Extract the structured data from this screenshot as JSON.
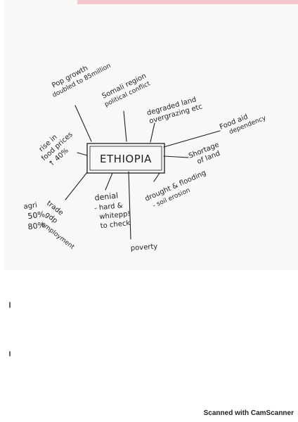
{
  "mindmap": {
    "center": "ETHIOPIA",
    "nodes": {
      "pop_growth": {
        "lines": [
          "Pop growth",
          "doubled to 85million"
        ]
      },
      "somali": {
        "lines": [
          "Somali region",
          "political conflict"
        ]
      },
      "degraded": {
        "lines": [
          "degraded land",
          "overgrazing etc"
        ]
      },
      "food_aid": {
        "lines": [
          "Food aid",
          "dependency"
        ]
      },
      "shortage": {
        "lines": [
          "Shortage",
          "of land"
        ]
      },
      "drought": {
        "lines": [
          "drought & flooding",
          "- soil erosion"
        ]
      },
      "poverty": {
        "lines": [
          "poverty"
        ]
      },
      "denial": {
        "lines": [
          "denial",
          "- hard &",
          "whitepp!",
          "to check"
        ]
      },
      "agri": {
        "lines": [
          "agri",
          "50%",
          "80%"
        ]
      },
      "trade": {
        "lines": [
          "trade",
          "gdp",
          "employment"
        ]
      },
      "food_prices": {
        "lines": [
          "rise in",
          "food prices",
          "↑ 40%"
        ]
      }
    }
  },
  "footer": {
    "scanner_text": "Scanned with CamScanner"
  }
}
